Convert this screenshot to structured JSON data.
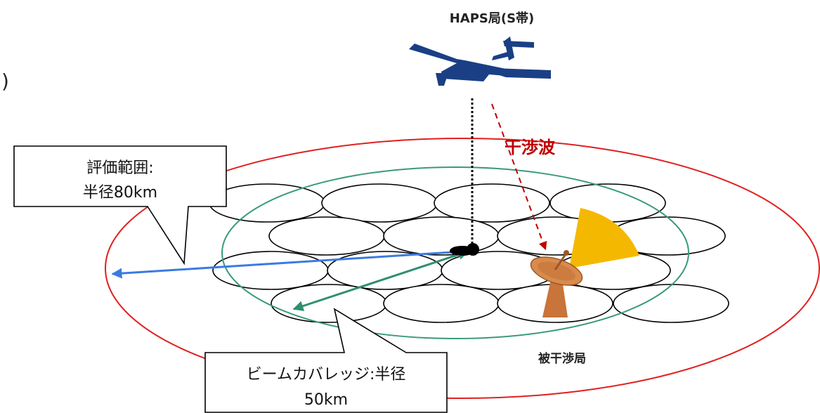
{
  "haps_label": "HAPS局(S帯)",
  "interference_label": "干渉波",
  "victim_label": "被干渉局",
  "edge_paren": ")",
  "eval_callout": {
    "line1": "評価範囲:",
    "line2": "半径80km"
  },
  "beam_callout": {
    "line1": "ビームカバレッジ:半径",
    "line2": "50km"
  },
  "colors": {
    "evaluation_circle": "#e02020",
    "coverage_circle": "#3a9a78",
    "eval_arrow": "#3b7be0",
    "beam_arrow": "#2e9070",
    "interference": "#c00000",
    "aircraft": "#1a3f85",
    "dish": "#c8743a",
    "beam_sector": "#f5b800"
  }
}
